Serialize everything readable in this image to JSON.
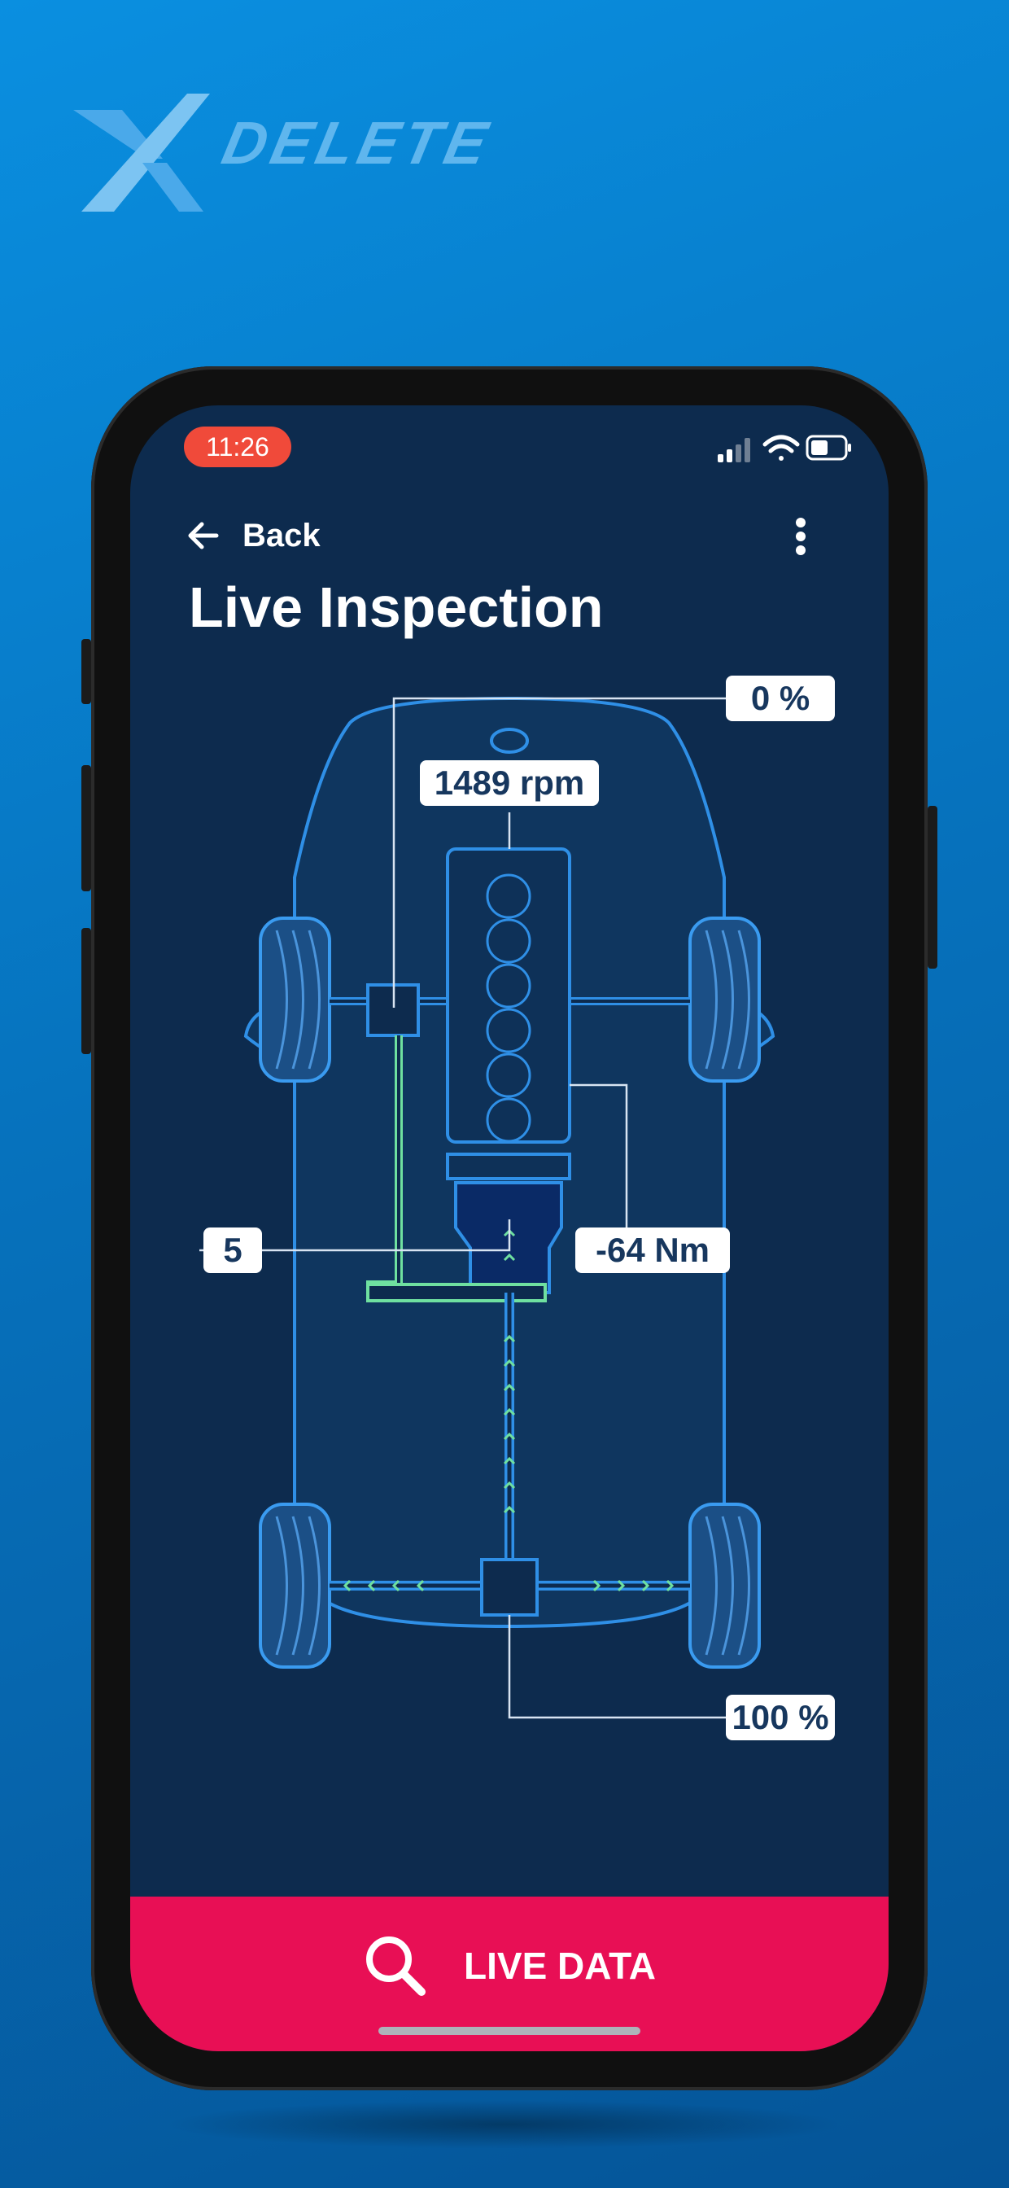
{
  "brand": {
    "name": "DELETE",
    "mark": "X"
  },
  "status_bar": {
    "time": "11:26",
    "icons": [
      "signal-icon",
      "wifi-icon",
      "battery-icon"
    ]
  },
  "header": {
    "back_label": "Back",
    "title": "Live Inspection"
  },
  "diagram": {
    "readouts": {
      "top_percent": "0 %",
      "engine_rpm": "1489 rpm",
      "gear": "5",
      "torque": "-64 Nm",
      "rear_percent": "100 %"
    }
  },
  "bottom_action": {
    "label": "LIVE DATA",
    "icon": "search-icon"
  },
  "colors": {
    "background": "#0672bd",
    "screen": "#0d2b4e",
    "accent": "#e80f55",
    "diagram_line": "#2f8fe6",
    "active_line": "#6fe0a0",
    "status_time": "#f04a3a"
  }
}
